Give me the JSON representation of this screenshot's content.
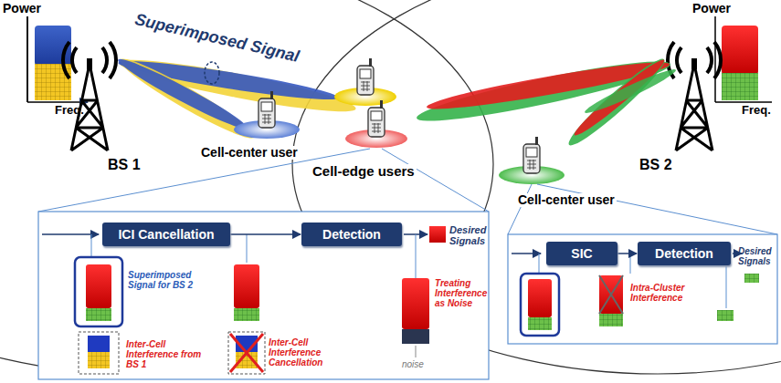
{
  "diagram": {
    "nodes": [
      {
        "text": [
          "ICI Cancellation"
        ]
      },
      {
        "text": [
          "Detection"
        ]
      },
      {
        "text": [
          "SIC"
        ]
      },
      {
        "text": [
          "Detection"
        ]
      }
    ],
    "edges": [
      {
        "from": 0,
        "to": 1,
        "arrow": "to"
      },
      {
        "from": 2,
        "to": 3,
        "arrow": "to"
      }
    ],
    "labels": [
      "Power",
      "Freq.",
      "Power",
      "Freq.",
      "Superimposed Signal",
      "BS 1",
      "BS 2",
      "Cell-center user",
      "Cell-edge users",
      "Cell-center user",
      "Desired Signals",
      "Superimposed Signal for BS 2",
      "Inter-Cell Interference from BS 1",
      "Inter-Cell Interference Cancellation",
      "Treating Interference as Noise",
      "noise",
      "Desired Signals",
      "Intra-Cluster Interference"
    ]
  }
}
